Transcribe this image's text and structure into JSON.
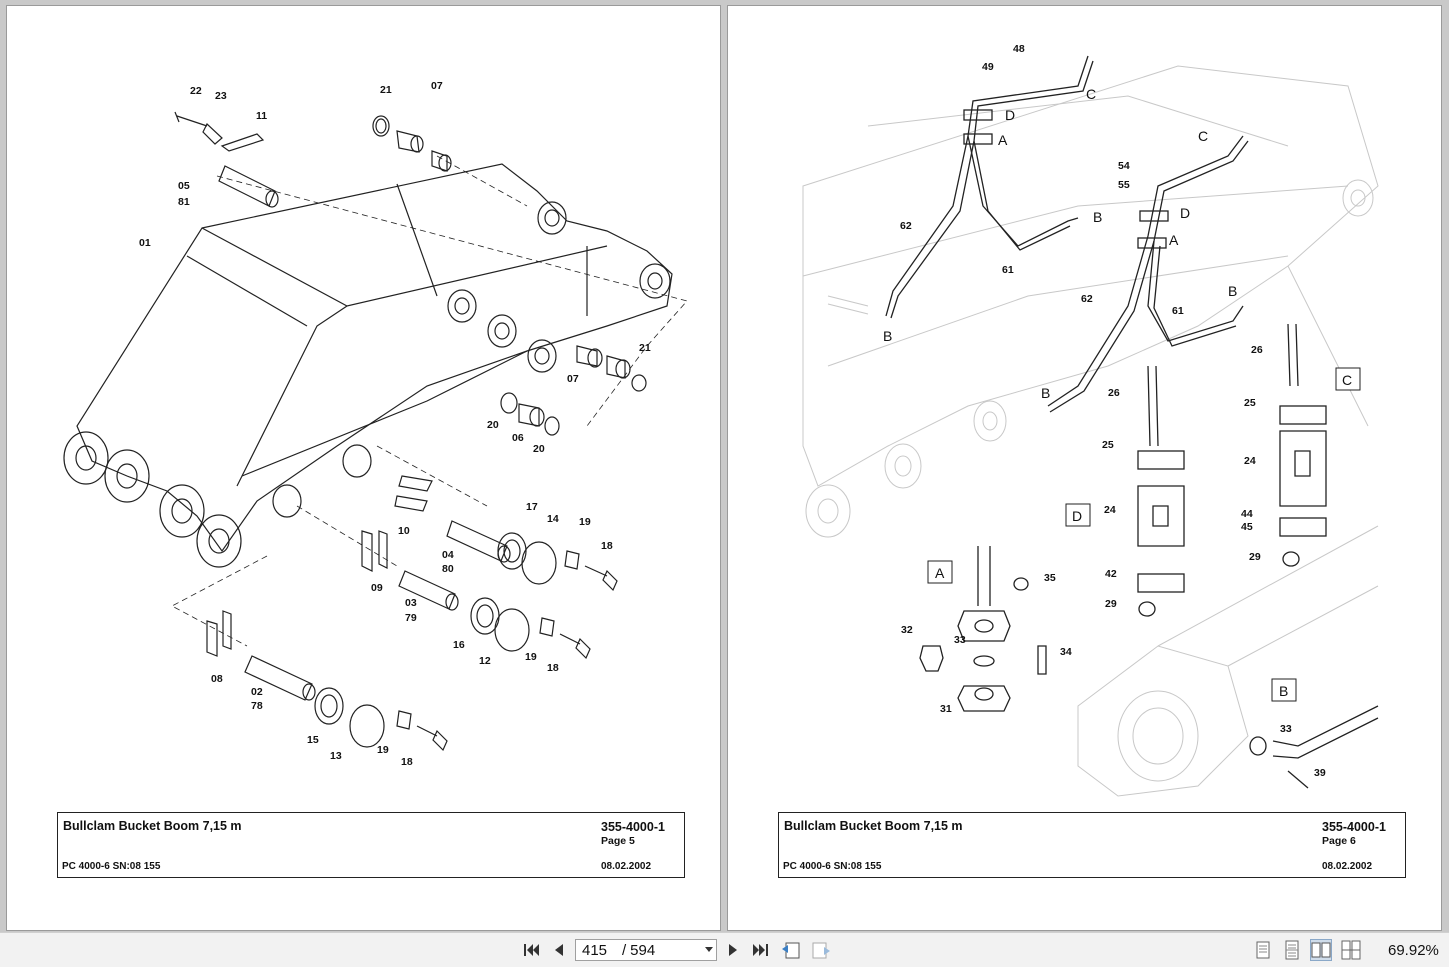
{
  "pages": [
    {
      "title": "Bullclam Bucket Boom 7,15 m",
      "doc_number": "355-4000-1",
      "page_label": "Page 5",
      "model": "PC 4000-6 SN:08 155",
      "date": "08.02.2002",
      "callouts": [
        "22",
        "23",
        "11",
        "21",
        "07",
        "05",
        "81",
        "01",
        "21",
        "07",
        "20",
        "06",
        "20",
        "17",
        "14",
        "19",
        "18",
        "10",
        "04",
        "80",
        "09",
        "03",
        "79",
        "16",
        "12",
        "19",
        "18",
        "08",
        "02",
        "78",
        "15",
        "13",
        "19",
        "18"
      ]
    },
    {
      "title": "Bullclam Bucket Boom 7,15 m",
      "doc_number": "355-4000-1",
      "page_label": "Page 6",
      "model": "PC 4000-6 SN:08 155",
      "date": "08.02.2002",
      "callouts": [
        "48",
        "49",
        "62",
        "61",
        "54",
        "55",
        "62",
        "61",
        "26",
        "26",
        "25",
        "25",
        "24",
        "24",
        "44",
        "45",
        "29",
        "42",
        "29",
        "35",
        "32",
        "33",
        "34",
        "31",
        "33",
        "39"
      ],
      "letters": [
        "D",
        "C",
        "A",
        "B",
        "B",
        "C",
        "D",
        "A",
        "B",
        "B",
        "C",
        "D",
        "A",
        "B"
      ]
    }
  ],
  "toolbar": {
    "current_page": "415",
    "page_separator": "/",
    "total_pages": "594",
    "zoom": "69.92%"
  }
}
